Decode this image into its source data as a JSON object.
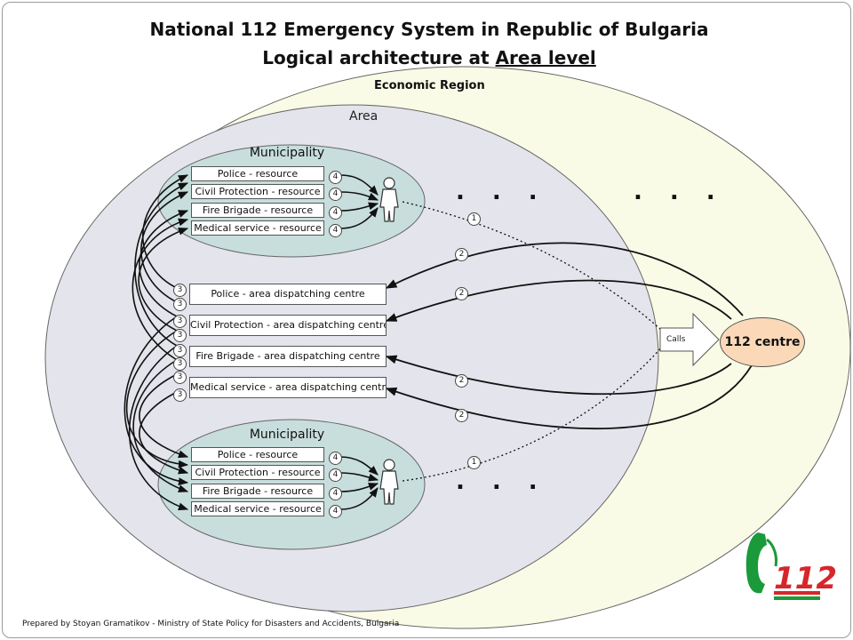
{
  "title": {
    "line1": "National 112 Emergency System  in Republic of Bulgaria",
    "line2_prefix": "Logical architecture at ",
    "line2_underlined": "Area level"
  },
  "labels": {
    "economic_region": "Economic Region",
    "area": "Area",
    "municipality": "Municipality",
    "calls": "Calls",
    "centre": "112 centre"
  },
  "municipality_top": {
    "resources": [
      "Police - resource",
      "Civil Protection - resource",
      "Fire Brigade - resource",
      "Medical service - resource"
    ]
  },
  "municipality_bottom": {
    "resources": [
      "Police - resource",
      "Civil Protection - resource",
      "Fire Brigade - resource",
      "Medical service - resource"
    ]
  },
  "dispatching_centres": [
    "Police - area dispatching centre",
    "Civil Protection - area dispatching centre",
    "Fire Brigade - area dispatching centre",
    "Medical service - area dispatching centre"
  ],
  "badges": {
    "one": "1",
    "two": "2",
    "three": "3",
    "four": "4"
  },
  "ellipsis": {
    "top_a": "...",
    "top_b": "...",
    "bottom": "..."
  },
  "footer": "Prepared by Stoyan Gramatikov - Ministry of State Policy for Disasters and Accidents, Bulgaria",
  "logo": {
    "text": "112",
    "colors": {
      "green": "#1a9a3a",
      "red": "#d7262b"
    }
  },
  "colors": {
    "economic_region_fill": "#fafbe6",
    "area_fill": "#e4e4ec",
    "municipality_fill": "#c7dedc",
    "centre_fill": "#fbd9b8"
  }
}
